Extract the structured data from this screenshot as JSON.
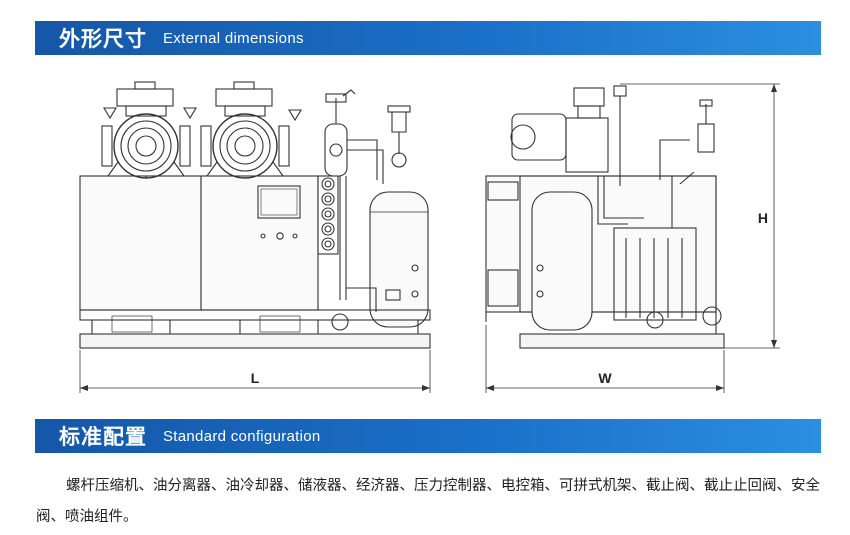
{
  "section_external": {
    "title_zh": "外形尺寸",
    "title_en": "External dimensions"
  },
  "drawing": {
    "length_label": "L",
    "width_label": "W",
    "height_label": "H"
  },
  "section_standard": {
    "title_zh": "标准配置",
    "title_en": "Standard configuration"
  },
  "standard_configuration_text": "螺杆压缩机、油分离器、油冷却器、储液器、经济器、压力控制器、电控箱、可拼式机架、截止阀、截止止回阀、安全阀、喷油组件。"
}
